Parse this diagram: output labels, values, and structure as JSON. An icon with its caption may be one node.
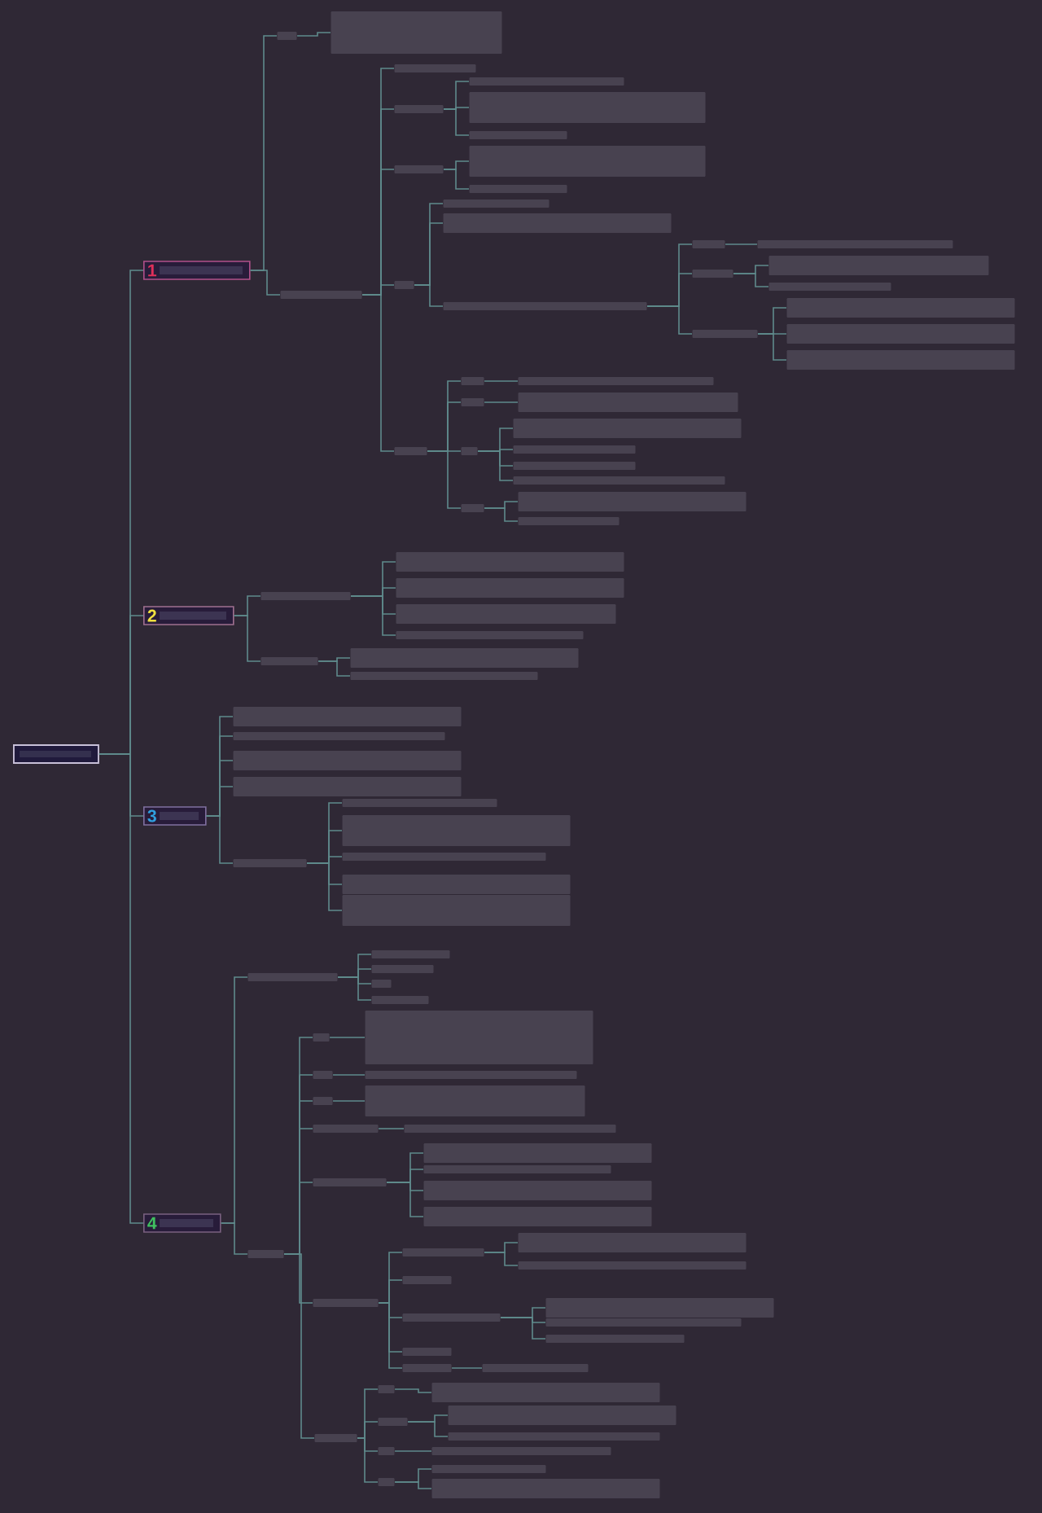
{
  "diagram": {
    "nodes": [
      {
        "text": [],
        "shape": "box"
      },
      {
        "text": [
          "1"
        ]
      },
      {
        "text": [],
        "shape": "bar"
      },
      {
        "text": [],
        "shape": "bar"
      },
      {
        "text": [],
        "shape": "bar"
      },
      {
        "text": [],
        "shape": "bar"
      },
      {
        "text": [],
        "shape": "bar"
      },
      {
        "text": [],
        "shape": "bar"
      },
      {
        "text": [],
        "shape": "bar"
      },
      {
        "text": [],
        "shape": "bar"
      },
      {
        "text": [],
        "shape": "bar"
      },
      {
        "text": [],
        "shape": "bar"
      },
      {
        "text": [],
        "shape": "bar"
      },
      {
        "text": [],
        "shape": "bar"
      },
      {
        "text": [],
        "shape": "bar"
      },
      {
        "text": [],
        "shape": "bar"
      },
      {
        "text": [],
        "shape": "bar"
      },
      {
        "text": [],
        "shape": "bar"
      },
      {
        "text": [],
        "shape": "bar"
      },
      {
        "text": [],
        "shape": "bar"
      },
      {
        "text": [],
        "shape": "bar"
      },
      {
        "text": [],
        "shape": "bar"
      },
      {
        "text": [],
        "shape": "bar"
      },
      {
        "text": [],
        "shape": "bar"
      },
      {
        "text": [],
        "shape": "bar"
      },
      {
        "text": [],
        "shape": "bar"
      },
      {
        "text": [],
        "shape": "bar"
      },
      {
        "text": [],
        "shape": "bar"
      },
      {
        "text": [],
        "shape": "bar"
      },
      {
        "text": [],
        "shape": "bar"
      },
      {
        "text": [],
        "shape": "bar"
      },
      {
        "text": [],
        "shape": "bar"
      },
      {
        "text": [],
        "shape": "bar"
      },
      {
        "text": [],
        "shape": "bar"
      },
      {
        "text": [],
        "shape": "bar"
      },
      {
        "text": [],
        "shape": "bar"
      },
      {
        "text": [],
        "shape": "bar"
      },
      {
        "text": [],
        "shape": "bar"
      },
      {
        "text": [],
        "shape": "bar"
      },
      {
        "text": [
          "2"
        ]
      },
      {
        "text": [],
        "shape": "bar"
      },
      {
        "text": [],
        "shape": "bar"
      },
      {
        "text": [],
        "shape": "bar"
      },
      {
        "text": [],
        "shape": "bar"
      },
      {
        "text": [],
        "shape": "bar"
      },
      {
        "text": [],
        "shape": "bar"
      },
      {
        "text": [],
        "shape": "bar"
      },
      {
        "text": [],
        "shape": "bar"
      },
      {
        "text": [
          "3"
        ]
      },
      {
        "text": [],
        "shape": "bar"
      },
      {
        "text": [],
        "shape": "bar"
      },
      {
        "text": [],
        "shape": "bar"
      },
      {
        "text": [],
        "shape": "bar"
      },
      {
        "text": [],
        "shape": "bar"
      },
      {
        "text": [],
        "shape": "bar"
      },
      {
        "text": [],
        "shape": "bar"
      },
      {
        "text": [],
        "shape": "bar"
      },
      {
        "text": [],
        "shape": "bar"
      },
      {
        "text": [],
        "shape": "bar"
      },
      {
        "text": [
          "4"
        ]
      },
      {
        "text": [],
        "shape": "bar"
      },
      {
        "text": [],
        "shape": "bar"
      },
      {
        "text": [],
        "shape": "bar"
      },
      {
        "text": [],
        "shape": "bar"
      },
      {
        "text": [],
        "shape": "bar"
      },
      {
        "text": [],
        "shape": "bar"
      },
      {
        "text": [],
        "shape": "bar"
      },
      {
        "text": [],
        "shape": "bar"
      },
      {
        "text": [],
        "shape": "bar"
      },
      {
        "text": [],
        "shape": "bar"
      },
      {
        "text": [],
        "shape": "bar"
      },
      {
        "text": [],
        "shape": "bar"
      },
      {
        "text": [],
        "shape": "bar"
      },
      {
        "text": [],
        "shape": "bar"
      },
      {
        "text": [],
        "shape": "bar"
      },
      {
        "text": [],
        "shape": "bar"
      },
      {
        "text": [],
        "shape": "bar"
      },
      {
        "text": [],
        "shape": "bar"
      },
      {
        "text": [],
        "shape": "bar"
      },
      {
        "text": [],
        "shape": "bar"
      },
      {
        "text": [],
        "shape": "bar"
      },
      {
        "text": [],
        "shape": "bar"
      },
      {
        "text": [],
        "shape": "bar"
      },
      {
        "text": [],
        "shape": "bar"
      },
      {
        "text": [],
        "shape": "bar"
      },
      {
        "text": [],
        "shape": "bar"
      },
      {
        "text": [],
        "shape": "bar"
      },
      {
        "text": [],
        "shape": "bar"
      },
      {
        "text": [],
        "shape": "bar"
      },
      {
        "text": [],
        "shape": "bar"
      },
      {
        "text": [],
        "shape": "bar"
      },
      {
        "text": [],
        "shape": "bar"
      },
      {
        "text": [],
        "shape": "bar"
      },
      {
        "text": [],
        "shape": "bar"
      },
      {
        "text": [],
        "shape": "bar"
      },
      {
        "text": [],
        "shape": "bar"
      },
      {
        "text": [],
        "shape": "bar"
      },
      {
        "text": [],
        "shape": "bar"
      },
      {
        "text": [],
        "shape": "bar"
      },
      {
        "text": [],
        "shape": "bar"
      },
      {
        "text": [],
        "shape": "bar"
      },
      {
        "text": [],
        "shape": "bar"
      }
    ],
    "edges": [
      {
        "from": 0,
        "to": 1,
        "arrow": "none"
      },
      {
        "from": 1,
        "to": 2,
        "arrow": "none"
      },
      {
        "from": 2,
        "to": 3,
        "arrow": "none"
      },
      {
        "from": 1,
        "to": 4,
        "arrow": "none"
      },
      {
        "from": 4,
        "to": 5,
        "arrow": "none"
      },
      {
        "from": 4,
        "to": 6,
        "arrow": "none"
      },
      {
        "from": 6,
        "to": 7,
        "arrow": "none"
      },
      {
        "from": 6,
        "to": 8,
        "arrow": "none"
      },
      {
        "from": 6,
        "to": 9,
        "arrow": "none"
      },
      {
        "from": 4,
        "to": 10,
        "arrow": "none"
      },
      {
        "from": 10,
        "to": 11,
        "arrow": "none"
      },
      {
        "from": 10,
        "to": 12,
        "arrow": "none"
      },
      {
        "from": 4,
        "to": 13,
        "arrow": "none"
      },
      {
        "from": 13,
        "to": 14,
        "arrow": "none"
      },
      {
        "from": 13,
        "to": 15,
        "arrow": "none"
      },
      {
        "from": 13,
        "to": 16,
        "arrow": "none"
      },
      {
        "from": 16,
        "to": 17,
        "arrow": "none"
      },
      {
        "from": 17,
        "to": 18,
        "arrow": "none"
      },
      {
        "from": 16,
        "to": 19,
        "arrow": "none"
      },
      {
        "from": 19,
        "to": 20,
        "arrow": "none"
      },
      {
        "from": 19,
        "to": 21,
        "arrow": "none"
      },
      {
        "from": 16,
        "to": 22,
        "arrow": "none"
      },
      {
        "from": 22,
        "to": 23,
        "arrow": "none"
      },
      {
        "from": 22,
        "to": 24,
        "arrow": "none"
      },
      {
        "from": 22,
        "to": 25,
        "arrow": "none"
      },
      {
        "from": 4,
        "to": 26,
        "arrow": "none"
      },
      {
        "from": 26,
        "to": 27,
        "arrow": "none"
      },
      {
        "from": 27,
        "to": 28,
        "arrow": "none"
      },
      {
        "from": 26,
        "to": 29,
        "arrow": "none"
      },
      {
        "from": 29,
        "to": 30,
        "arrow": "none"
      },
      {
        "from": 26,
        "to": 31,
        "arrow": "none"
      },
      {
        "from": 31,
        "to": 32,
        "arrow": "none"
      },
      {
        "from": 31,
        "to": 33,
        "arrow": "none"
      },
      {
        "from": 31,
        "to": 34,
        "arrow": "none"
      },
      {
        "from": 31,
        "to": 35,
        "arrow": "none"
      },
      {
        "from": 26,
        "to": 36,
        "arrow": "none"
      },
      {
        "from": 36,
        "to": 37,
        "arrow": "none"
      },
      {
        "from": 36,
        "to": 38,
        "arrow": "none"
      },
      {
        "from": 0,
        "to": 39,
        "arrow": "none"
      },
      {
        "from": 39,
        "to": 40,
        "arrow": "none"
      },
      {
        "from": 40,
        "to": 41,
        "arrow": "none"
      },
      {
        "from": 40,
        "to": 42,
        "arrow": "none"
      },
      {
        "from": 40,
        "to": 43,
        "arrow": "none"
      },
      {
        "from": 40,
        "to": 44,
        "arrow": "none"
      },
      {
        "from": 39,
        "to": 45,
        "arrow": "none"
      },
      {
        "from": 45,
        "to": 46,
        "arrow": "none"
      },
      {
        "from": 45,
        "to": 47,
        "arrow": "none"
      },
      {
        "from": 0,
        "to": 48,
        "arrow": "none"
      },
      {
        "from": 48,
        "to": 49,
        "arrow": "none"
      },
      {
        "from": 48,
        "to": 50,
        "arrow": "none"
      },
      {
        "from": 48,
        "to": 51,
        "arrow": "none"
      },
      {
        "from": 48,
        "to": 52,
        "arrow": "none"
      },
      {
        "from": 48,
        "to": 53,
        "arrow": "none"
      },
      {
        "from": 53,
        "to": 54,
        "arrow": "none"
      },
      {
        "from": 53,
        "to": 55,
        "arrow": "none"
      },
      {
        "from": 53,
        "to": 56,
        "arrow": "none"
      },
      {
        "from": 53,
        "to": 57,
        "arrow": "none"
      },
      {
        "from": 53,
        "to": 58,
        "arrow": "none"
      },
      {
        "from": 0,
        "to": 59,
        "arrow": "none"
      },
      {
        "from": 59,
        "to": 60,
        "arrow": "none"
      },
      {
        "from": 60,
        "to": 61,
        "arrow": "none"
      },
      {
        "from": 60,
        "to": 62,
        "arrow": "none"
      },
      {
        "from": 60,
        "to": 63,
        "arrow": "none"
      },
      {
        "from": 60,
        "to": 64,
        "arrow": "none"
      },
      {
        "from": 59,
        "to": 65,
        "arrow": "none"
      },
      {
        "from": 65,
        "to": 66,
        "arrow": "none"
      },
      {
        "from": 66,
        "to": 67,
        "arrow": "none"
      },
      {
        "from": 65,
        "to": 68,
        "arrow": "none"
      },
      {
        "from": 68,
        "to": 69,
        "arrow": "none"
      },
      {
        "from": 65,
        "to": 70,
        "arrow": "none"
      },
      {
        "from": 70,
        "to": 71,
        "arrow": "none"
      },
      {
        "from": 65,
        "to": 72,
        "arrow": "none"
      },
      {
        "from": 72,
        "to": 73,
        "arrow": "none"
      },
      {
        "from": 65,
        "to": 74,
        "arrow": "none"
      },
      {
        "from": 74,
        "to": 75,
        "arrow": "none"
      },
      {
        "from": 74,
        "to": 76,
        "arrow": "none"
      },
      {
        "from": 74,
        "to": 77,
        "arrow": "none"
      },
      {
        "from": 74,
        "to": 78,
        "arrow": "none"
      },
      {
        "from": 65,
        "to": 79,
        "arrow": "none"
      },
      {
        "from": 79,
        "to": 80,
        "arrow": "none"
      },
      {
        "from": 80,
        "to": 81,
        "arrow": "none"
      },
      {
        "from": 80,
        "to": 82,
        "arrow": "none"
      },
      {
        "from": 79,
        "to": 83,
        "arrow": "none"
      },
      {
        "from": 79,
        "to": 84,
        "arrow": "none"
      },
      {
        "from": 84,
        "to": 85,
        "arrow": "none"
      },
      {
        "from": 84,
        "to": 86,
        "arrow": "none"
      },
      {
        "from": 84,
        "to": 87,
        "arrow": "none"
      },
      {
        "from": 79,
        "to": 88,
        "arrow": "none"
      },
      {
        "from": 79,
        "to": 89,
        "arrow": "none"
      },
      {
        "from": 89,
        "to": 90,
        "arrow": "none"
      },
      {
        "from": 65,
        "to": 91,
        "arrow": "none"
      },
      {
        "from": 91,
        "to": 92,
        "arrow": "none"
      },
      {
        "from": 92,
        "to": 93,
        "arrow": "none"
      },
      {
        "from": 91,
        "to": 94,
        "arrow": "none"
      },
      {
        "from": 94,
        "to": 95,
        "arrow": "none"
      },
      {
        "from": 94,
        "to": 96,
        "arrow": "none"
      },
      {
        "from": 91,
        "to": 97,
        "arrow": "none"
      },
      {
        "from": 97,
        "to": 98,
        "arrow": "none"
      },
      {
        "from": 91,
        "to": 99,
        "arrow": "none"
      },
      {
        "from": 99,
        "to": 100,
        "arrow": "none"
      },
      {
        "from": 99,
        "to": 101,
        "arrow": "none"
      }
    ]
  }
}
